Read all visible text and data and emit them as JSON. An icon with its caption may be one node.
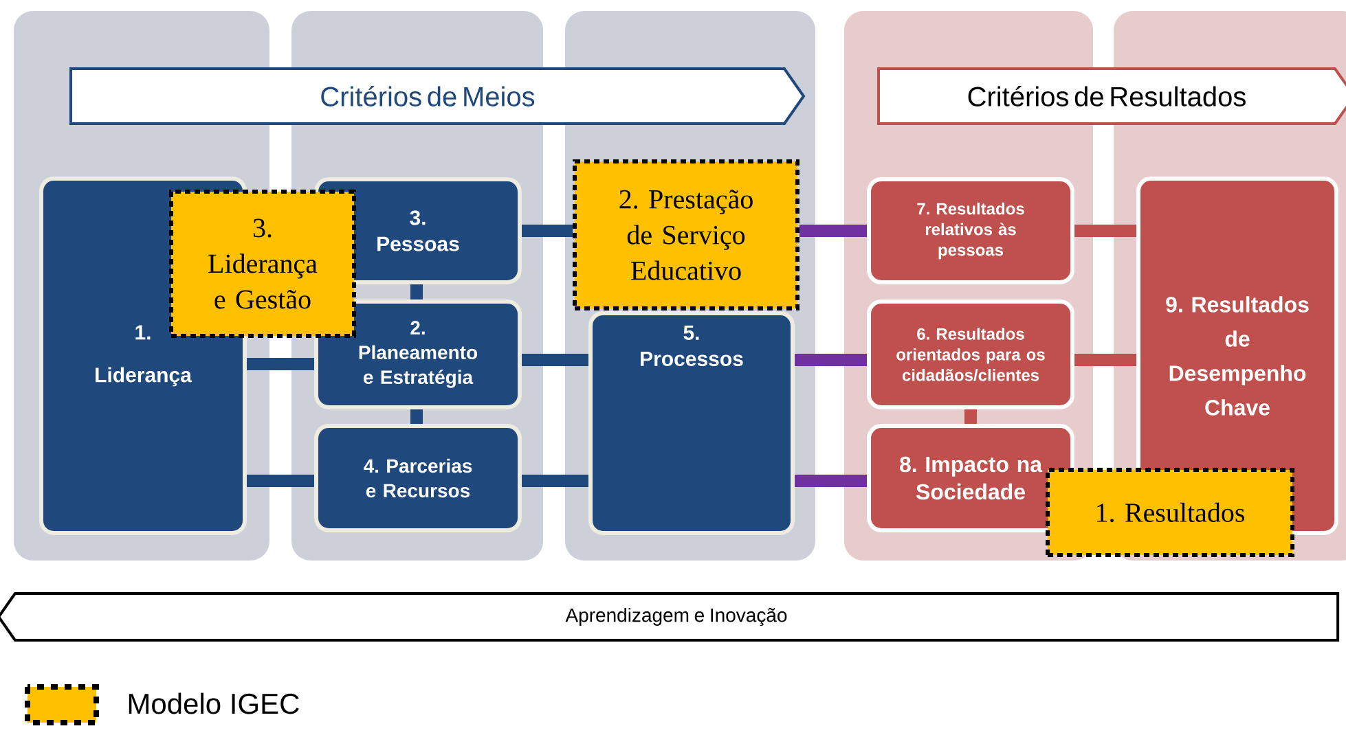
{
  "diagram": {
    "nodes": [
      {
        "text": [
          "Critérios de Meios"
        ]
      },
      {
        "text": [
          "Critérios de Resultados"
        ]
      },
      {
        "text": [
          "1. Liderança"
        ]
      },
      {
        "text": [
          "3. Pessoas"
        ]
      },
      {
        "text": [
          "2. Planeamento e Estratégia"
        ]
      },
      {
        "text": [
          "4. Parcerias e Recursos"
        ]
      },
      {
        "text": [
          "5. Processos"
        ]
      },
      {
        "text": [
          "7. Resultados relativos às pessoas"
        ]
      },
      {
        "text": [
          "6. Resultados orientados para os cidadãos/clientes"
        ]
      },
      {
        "text": [
          "8. Impacto na Sociedade"
        ]
      },
      {
        "text": [
          "9. Resultados de Desempenho Chave"
        ]
      },
      {
        "text": [
          "3. Liderança e Gestão"
        ]
      },
      {
        "text": [
          "2. Prestação de Serviço Educativo"
        ]
      },
      {
        "text": [
          "1. Resultados"
        ]
      },
      {
        "text": [
          "Aprendizagem e Inovação"
        ]
      }
    ],
    "edges": [
      {
        "from": 2,
        "to": 4,
        "arrow": "none"
      },
      {
        "from": 2,
        "to": 5,
        "arrow": "none"
      },
      {
        "from": 3,
        "to": 4,
        "arrow": "none"
      },
      {
        "from": 4,
        "to": 5,
        "arrow": "none"
      },
      {
        "from": 3,
        "to": 12,
        "arrow": "none"
      },
      {
        "from": 4,
        "to": 6,
        "arrow": "none"
      },
      {
        "from": 5,
        "to": 6,
        "arrow": "none"
      },
      {
        "from": 12,
        "to": 7,
        "arrow": "none",
        "color": "#7030a0"
      },
      {
        "from": 6,
        "to": 8,
        "arrow": "none",
        "color": "#7030a0"
      },
      {
        "from": 6,
        "to": 9,
        "arrow": "none",
        "color": "#7030a0"
      },
      {
        "from": 7,
        "to": 10,
        "arrow": "none",
        "color": "#c0504d"
      },
      {
        "from": 8,
        "to": 10,
        "arrow": "none",
        "color": "#c0504d"
      },
      {
        "from": 8,
        "to": 9,
        "arrow": "none",
        "color": "#c0504d"
      }
    ],
    "legend": [
      {
        "text": "Modelo IGEC",
        "color": "#ffc000"
      }
    ]
  }
}
